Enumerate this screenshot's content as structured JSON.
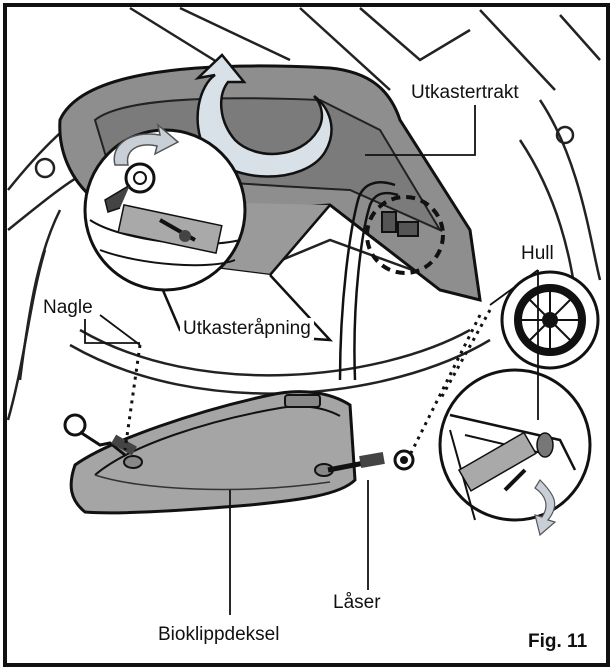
{
  "figure": {
    "caption": "Fig. 11",
    "labels": {
      "utkastertrakt": "Utkastertrakt",
      "hull": "Hull",
      "nagle": "Nagle",
      "utkasteraapning": "Utkasteråpning",
      "laaser": "Låser",
      "bioklippdeksel": "Bioklippdeksel"
    }
  },
  "colors": {
    "frame": "#111111",
    "chute_fill": "#8e8e8e",
    "cover_fill": "#a5a5a5",
    "arrow_fill": "#d9e1e8",
    "line": "#111111"
  },
  "icons": {
    "rotate_arrow": "curved-arrow-icon",
    "counterclockwise_arrow": "rotate-left-arrow-icon",
    "wheel": "wheel-icon"
  }
}
